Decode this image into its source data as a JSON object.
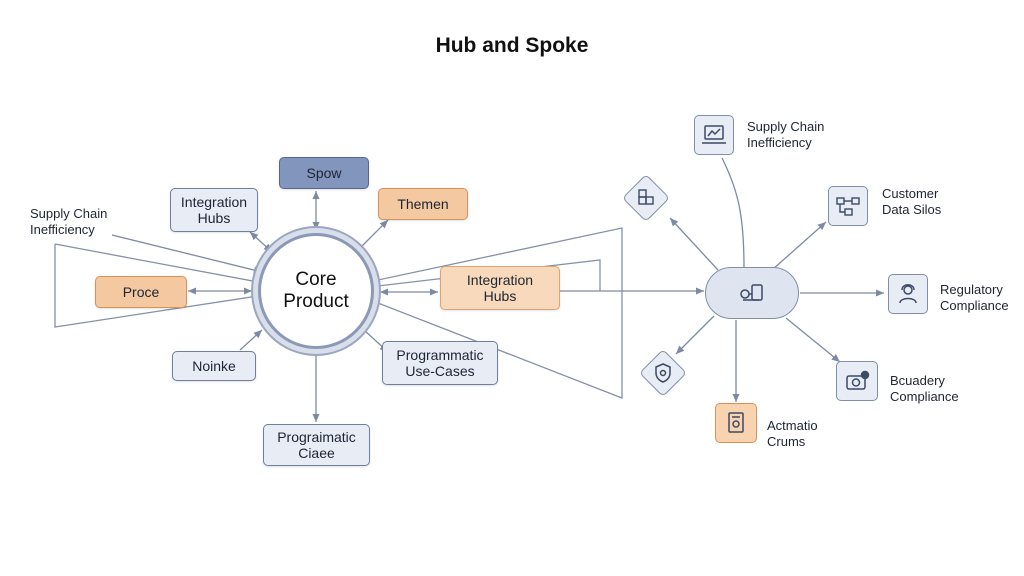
{
  "title": "Hub and Spoke",
  "left_diagram": {
    "core": {
      "line1": "Core",
      "line2": "Product"
    },
    "spow": "Spow",
    "themen": "Themen",
    "integration_hubs_top": {
      "line1": "Integration",
      "line2": "Hubs"
    },
    "integration_hubs_right": {
      "line1": "Integration",
      "line2": "Hubs"
    },
    "proce": "Proce",
    "noinke": "Noinke",
    "programmatic_use_cases": {
      "line1": "Programmatic",
      "line2": "Use-Cases"
    },
    "programatic_ciaee": {
      "line1": "Prograimatic",
      "line2": "Ciaee"
    },
    "supply_chain_label": {
      "line1": "Supply Chain",
      "line2": "Inefficiency"
    }
  },
  "right_diagram": {
    "supply_chain": {
      "line1": "Supply Chain",
      "line2": "Inefficiency"
    },
    "customer_data": {
      "line1": "Customer",
      "line2": "Data Silos"
    },
    "regulatory": {
      "line1": "Regulatory",
      "line2": "Compliance"
    },
    "bcuadery": {
      "line1": "Bcuadery",
      "line2": "Compliance"
    },
    "actmatio": {
      "line1": "Actmatio",
      "line2": "Crums"
    }
  },
  "icons": {
    "supply_chain": "laptop-chart-icon",
    "customer_data": "flowchart-icon",
    "regulatory": "person-icon",
    "bcuadery": "camera-icon",
    "actmatio": "document-gear-icon",
    "top_diamond": "boxes-icon",
    "bottom_diamond": "shield-icon",
    "hub": "hub-devices-icon"
  },
  "colors": {
    "box_fill": "#e7ecf5",
    "box_border": "#6f7f9c",
    "orange_fill": "#f4c8a0",
    "orange_border": "#d99256",
    "dark_fill": "#8295bd",
    "connector": "#7d8aa3"
  }
}
